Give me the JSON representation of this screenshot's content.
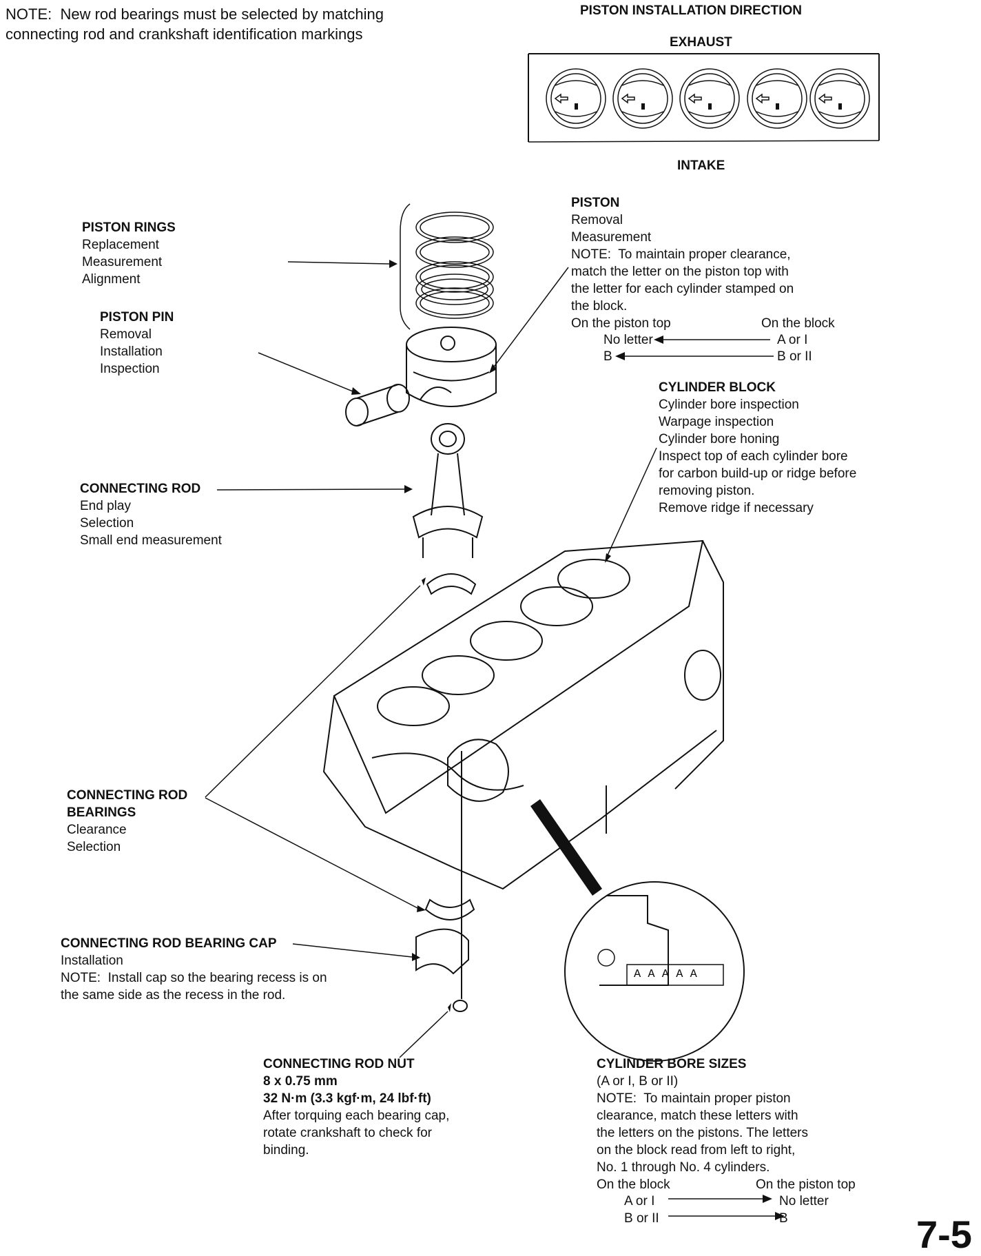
{
  "note_top": {
    "line1": "NOTE:  New rod bearings must be selected by matching",
    "line2": "connecting rod and crankshaft identification markings"
  },
  "install_dir": {
    "title": "PISTON INSTALLATION DIRECTION",
    "exhaust": "EXHAUST",
    "intake": "INTAKE"
  },
  "piston_rings": {
    "title": "PISTON RINGS",
    "items": [
      "Replacement",
      "Measurement",
      "Alignment"
    ]
  },
  "piston_pin": {
    "title": "PISTON PIN",
    "items": [
      "Removal",
      "Installation",
      "Inspection"
    ]
  },
  "piston": {
    "title": "PISTON",
    "items": [
      "Removal",
      "Measurement"
    ],
    "note": [
      "NOTE:  To maintain proper clearance,",
      "match the letter on the piston top with",
      "the letter for each cylinder stamped on",
      "the block."
    ],
    "col_left": "On the piston top",
    "col_right": "On the block",
    "rows": [
      {
        "left": "No letter",
        "right": "A or I"
      },
      {
        "left": "B",
        "right": "B or II"
      }
    ]
  },
  "cylinder_block": {
    "title": "CYLINDER BLOCK",
    "items": [
      "Cylinder bore inspection",
      "Warpage inspection",
      "Cylinder bore honing",
      "Inspect top of each cylinder bore",
      "for carbon build-up or ridge before",
      "removing piston.",
      "Remove ridge if necessary"
    ]
  },
  "connecting_rod": {
    "title": "CONNECTING ROD",
    "items": [
      "End play",
      "Selection",
      "Small end measurement"
    ]
  },
  "rod_bearings": {
    "title1": "CONNECTING ROD",
    "title2": "BEARINGS",
    "items": [
      "Clearance",
      "Selection"
    ]
  },
  "bearing_cap": {
    "title": "CONNECTING ROD BEARING CAP",
    "items": [
      "Installation"
    ],
    "note": [
      "NOTE:  Install cap so the bearing recess is on",
      "the same side as the recess in the rod."
    ]
  },
  "rod_nut": {
    "title": "CONNECTING ROD NUT",
    "spec1": "8 x 0.75 mm",
    "spec2": "32 N·m (3.3 kgf·m, 24 lbf·ft)",
    "items": [
      "After torquing each bearing cap,",
      "rotate crankshaft to check for",
      "binding."
    ]
  },
  "bore_sizes": {
    "title": "CYLINDER BORE SIZES",
    "sub": "(A or I, B or II)",
    "note": [
      "NOTE:  To maintain proper piston",
      "clearance, match these letters with",
      "the letters on the pistons. The letters",
      "on the block read from left to right,",
      "No. 1 through No. 4 cylinders."
    ],
    "col_left": "On the block",
    "col_right": "On the piston top",
    "rows": [
      {
        "left": "A or I",
        "right": "No letter"
      },
      {
        "left": "B or II",
        "right": "B"
      }
    ]
  },
  "stamp": "A A A A A",
  "page_number": "7-5"
}
